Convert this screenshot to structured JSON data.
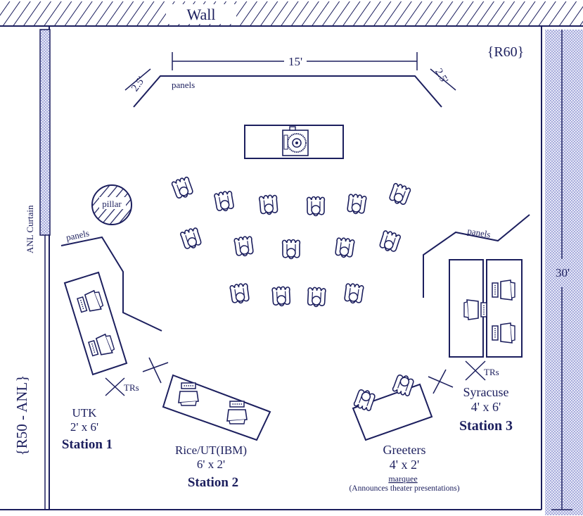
{
  "diagram": {
    "room_id": "{R60}",
    "adjacent_room": "{R50 - ANL}",
    "wall_label": "Wall",
    "curtain_label": "ANL Curtain",
    "depth_dimension": "30'",
    "panels_top": {
      "label": "panels",
      "center_length": "15'",
      "left_wing": "2.5'",
      "right_wing": "2.5'"
    },
    "panels_left_label": "panels",
    "panels_right_label": "panels",
    "pillar_label": "pillar",
    "projector": "projector-on-table",
    "seating": {
      "rows": [
        6,
        5,
        4
      ],
      "total": 15
    },
    "stations": [
      {
        "name": "Station 1",
        "org": "UTK",
        "size": "2' x 6'",
        "computers": 2,
        "trs_label": "TRs"
      },
      {
        "name": "Station 2",
        "org": "Rice/UT(IBM)",
        "size": "6' x 2'",
        "computers": 2
      },
      {
        "name": "Station 3",
        "org": "Syracuse",
        "size": "4' x 6'",
        "computers": 3,
        "trs_label": "TRs"
      }
    ],
    "greeters": {
      "label": "Greeters",
      "size": "4' x 2'",
      "marquee": "marquee",
      "marquee_note": "(Announces theater presentations)"
    },
    "colors": {
      "ink": "#1c1f5e",
      "stipple": "#8f95d6",
      "background": "#ffffff"
    }
  }
}
